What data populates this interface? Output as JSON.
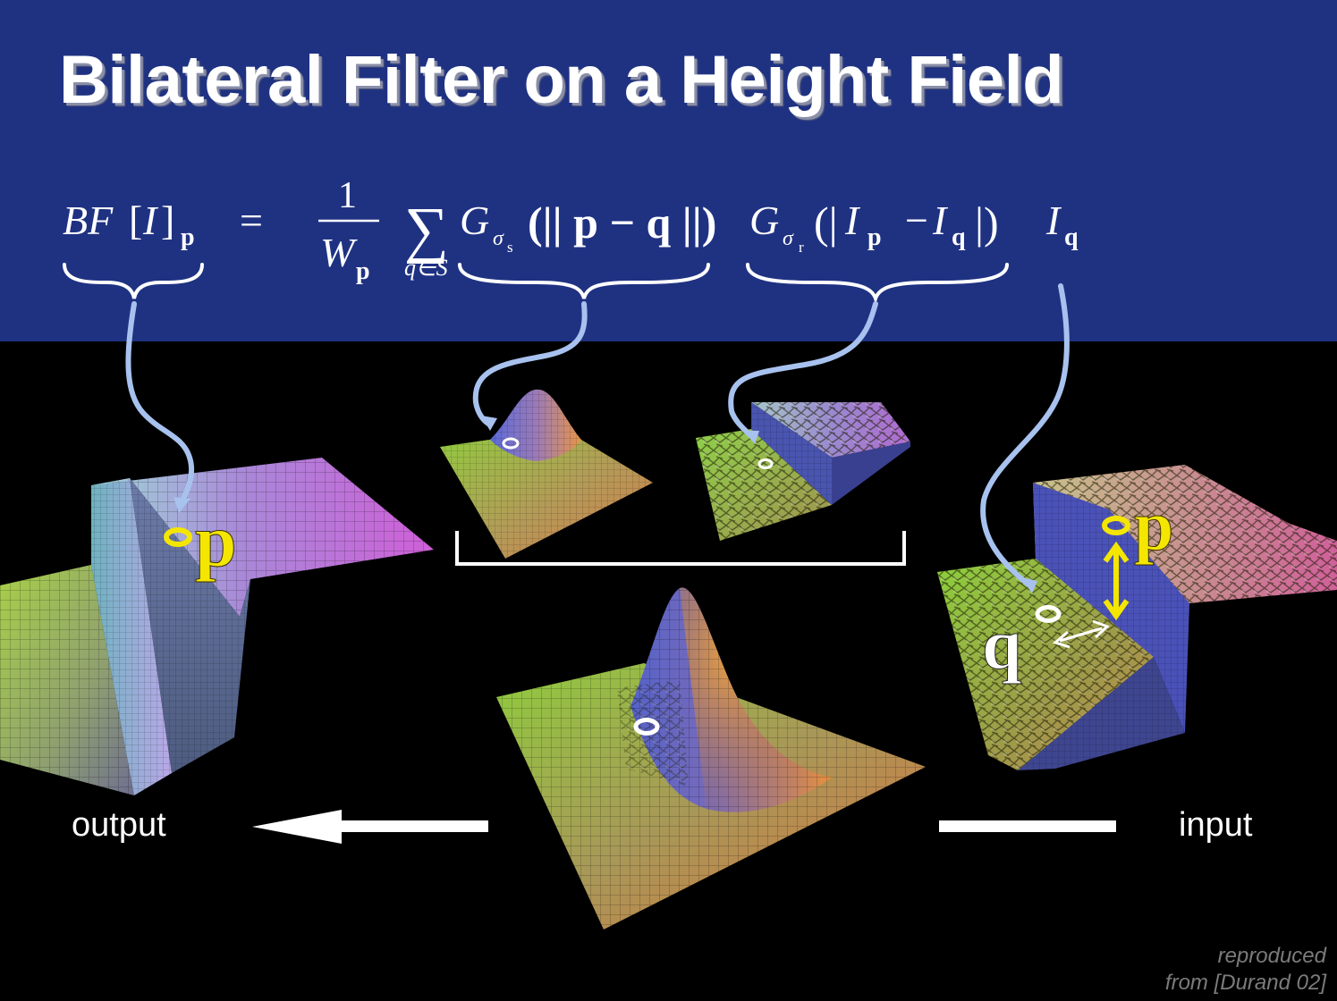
{
  "slide": {
    "title": "Bilateral Filter on a Height Field",
    "background_color": "#000000",
    "header_color": "#1f3282"
  },
  "equation": {
    "bf": "BF",
    "bracket_open": "[",
    "image": "I",
    "bracket_close": "]",
    "sub_p": "p",
    "equals": "=",
    "numerator": "1",
    "W": "W",
    "sum_symbol": "∑",
    "sum_under": "q∈S",
    "G": "G",
    "sigma": "σ",
    "sigma_s_sub": "s",
    "sigma_r_sub": "r",
    "spatial_arg": "(|| p − q ||)",
    "range_open": "(|",
    "minus": "−",
    "range_close": "|)",
    "sub_q": "q"
  },
  "labels": {
    "output": "output",
    "input": "input",
    "p": "p",
    "q": "q"
  },
  "credit": {
    "line1": "reproduced",
    "line2": "from [Durand 02]"
  },
  "colors": {
    "annotation_arrow": "#a8c2ef",
    "highlight": "#f4e600",
    "credit_text": "#7b7b7b"
  }
}
